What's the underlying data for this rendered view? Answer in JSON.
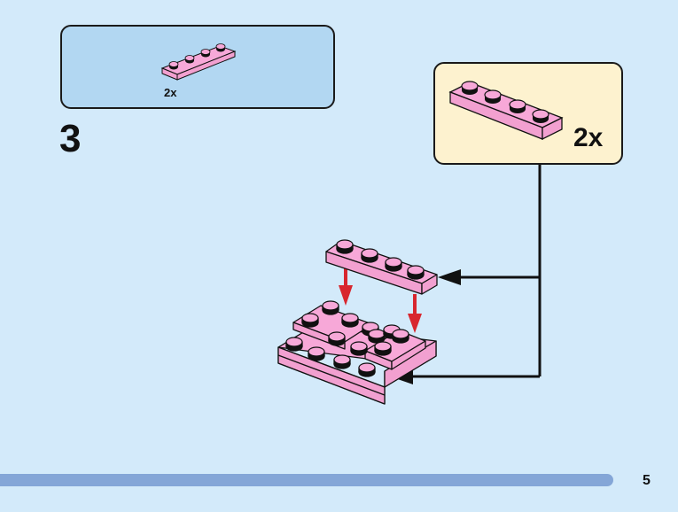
{
  "document_type": "building instructions",
  "parts_list": {
    "items": [
      {
        "part": "pink 1x4 plate",
        "quantity": "2x"
      }
    ]
  },
  "step": {
    "number": "3"
  },
  "callout": {
    "part": "pink 1x4 plate",
    "quantity": "2x"
  },
  "colors": {
    "background": "#d3eafa",
    "parts_box": "#b2d7f2",
    "callout_box": "#fdf2cf",
    "brick_pink": "#f7a8d8",
    "arrow_red": "#d8262e",
    "footer_bar": "#84a6d7"
  },
  "footer": {
    "page_number": "5"
  }
}
